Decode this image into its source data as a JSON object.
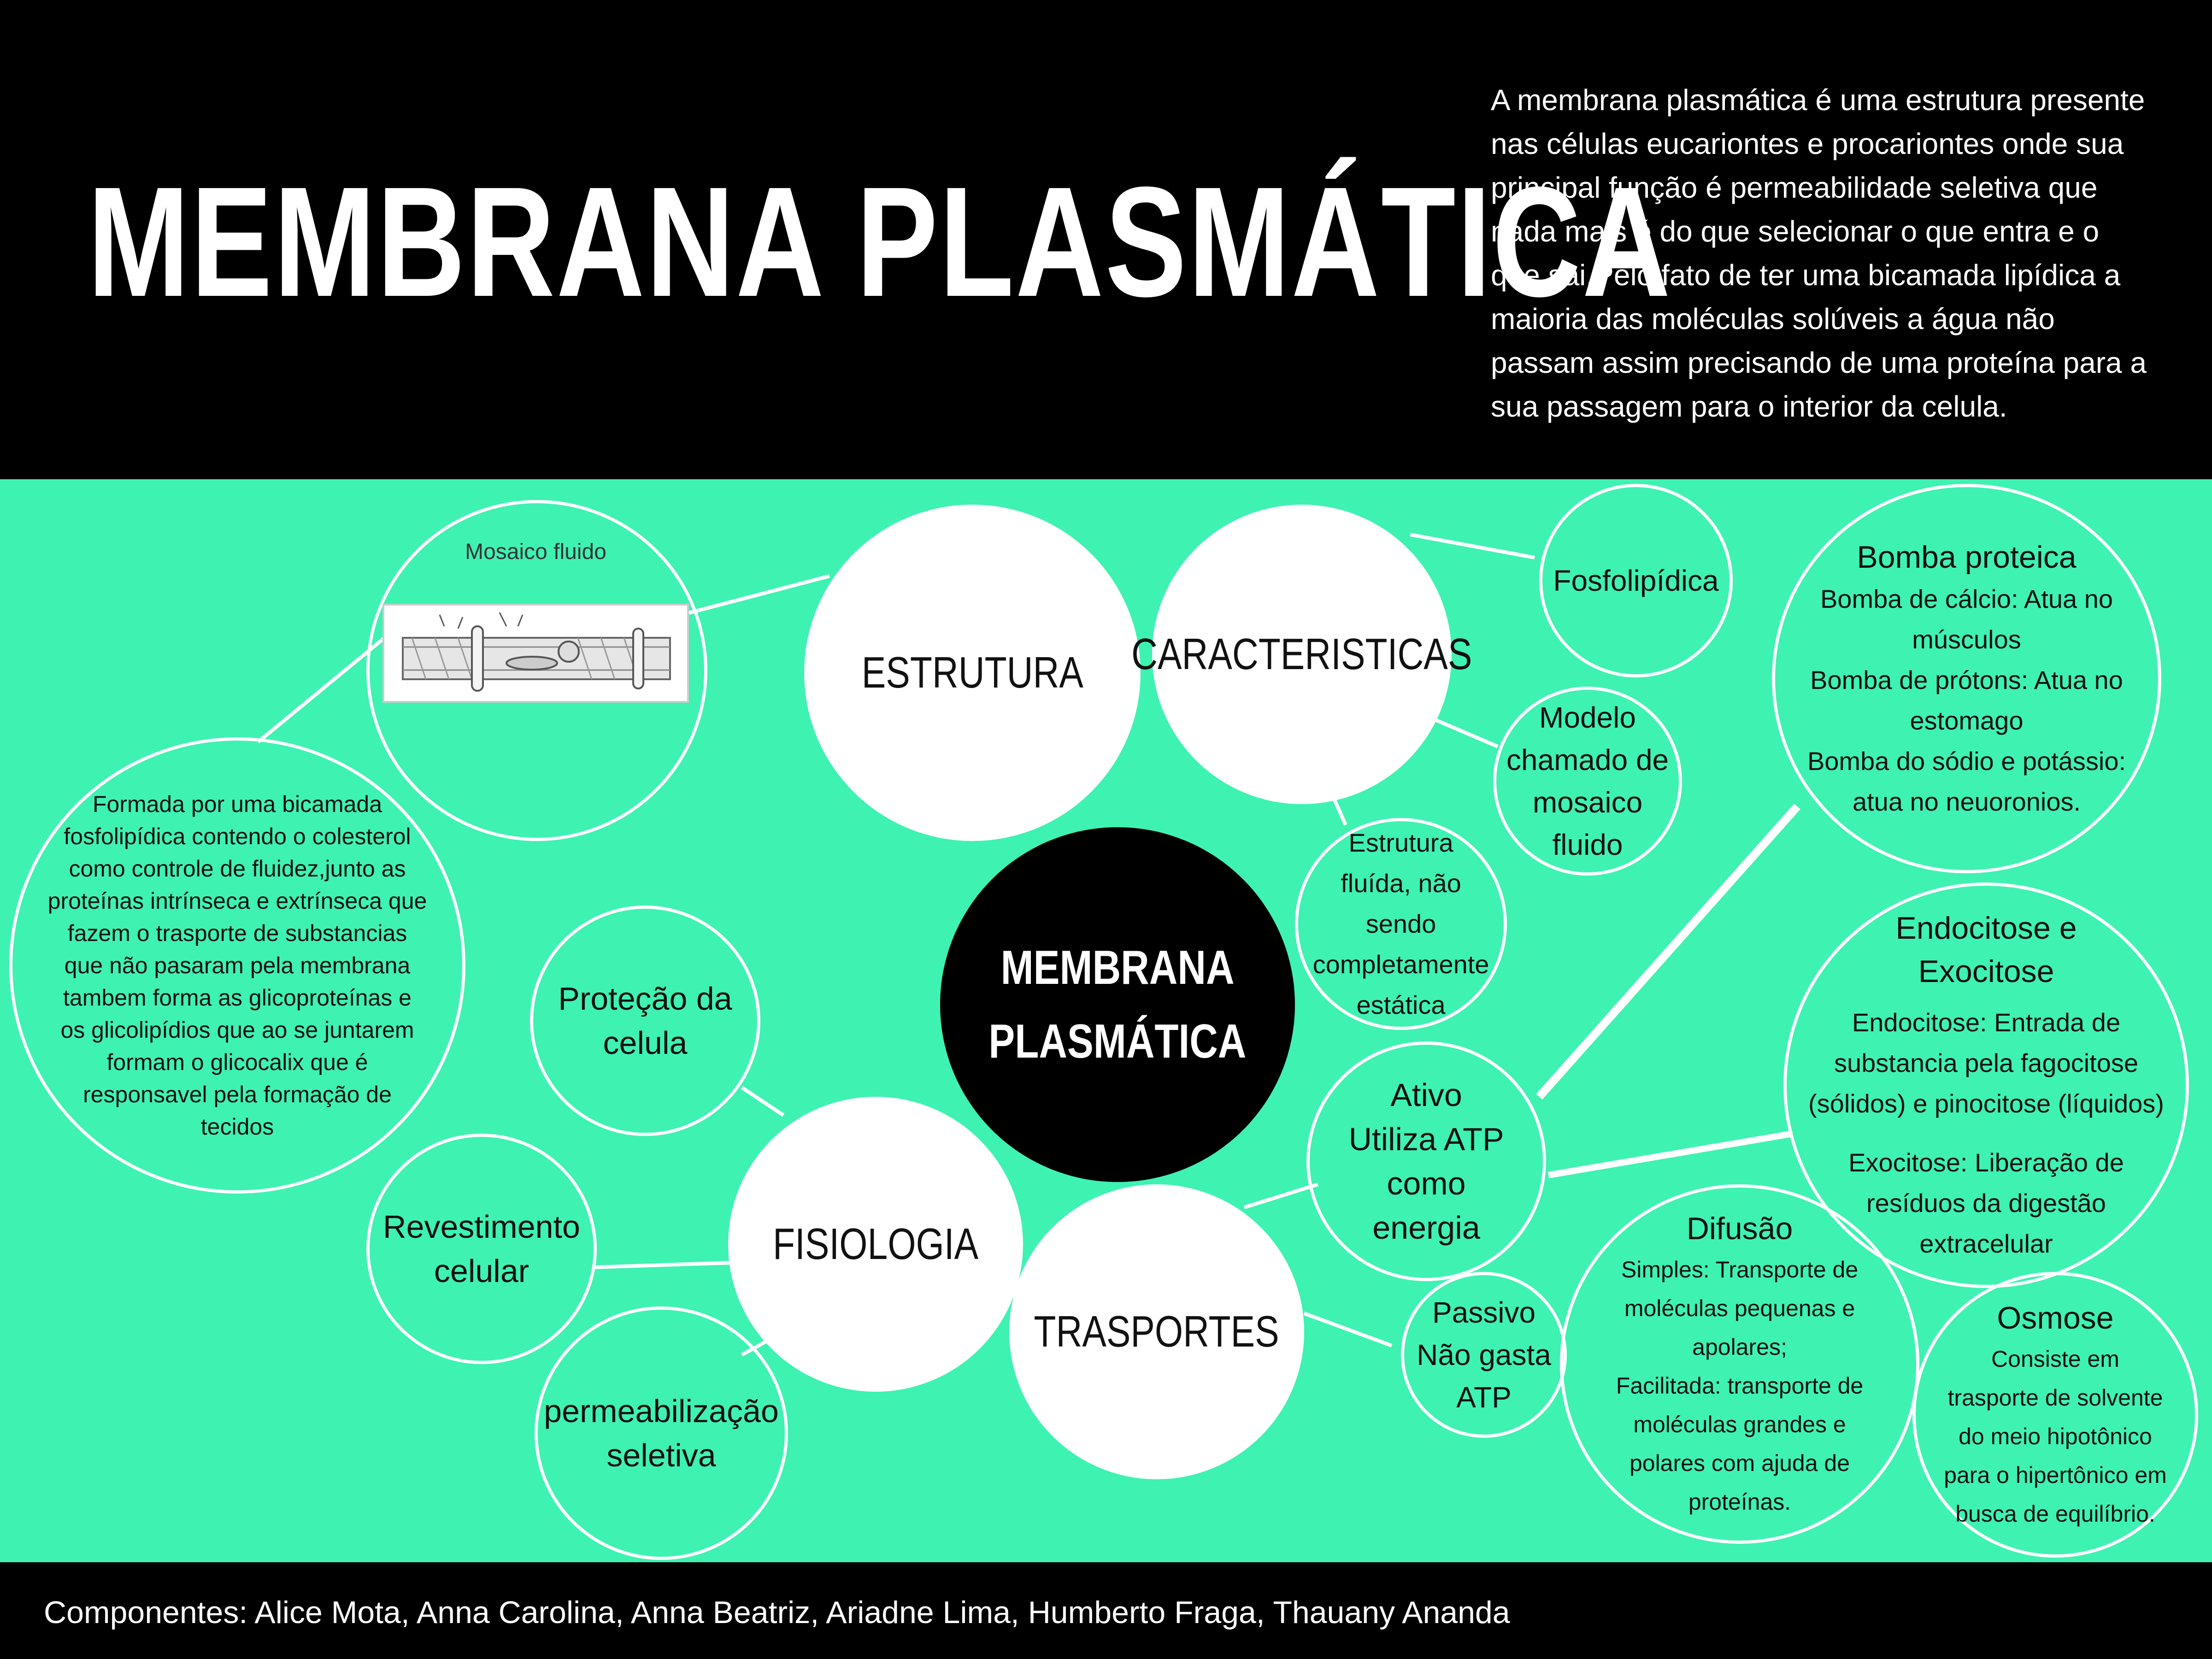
{
  "header": {
    "title": "MEMBRANA PLASMÁTICA",
    "intro_lines": [
      "A membrana plasmática é uma estrutura presente",
      "nas células eucariontes e procariontes onde sua",
      "principal função é permeabilidade seletiva que",
      "nada mais é do que selecionar o que entra e o",
      "que sai.Pelo fato de ter uma bicamada lipídica  a",
      "maioria das moléculas solúveis a água não",
      "passam assim precisando de uma proteína para a",
      "sua passagem para o interior da celula."
    ]
  },
  "center": {
    "line1": "MEMBRANA",
    "line2": "PLASMÁTICA"
  },
  "categories": {
    "estrutura": "ESTRUTURA",
    "caracteristicas": "CARACTERISTICAS",
    "fisiologia": "FISIOLOGIA",
    "trasportes": "TRASPORTES"
  },
  "mosaico": {
    "caption": "Mosaico fluido"
  },
  "formada": {
    "lines": [
      "Formada por uma bicamada",
      "fosfolipídica contendo o colesterol",
      "como controle de fluidez,junto as",
      "proteínas intrínseca e extrínseca que",
      "fazem o trasporte de substancias",
      "que não  pasaram pela membrana",
      "tambem forma as glicoproteínas e",
      "os glicolipídios que ao se juntarem",
      "formam o glicocalix que é",
      "responsavel pela formação de",
      "tecidos"
    ]
  },
  "caracteristicas": {
    "fosfolipidica": "Fosfolipídica",
    "modelo": [
      "Modelo",
      "chamado de",
      "mosaico",
      "fluido"
    ],
    "estrutura_fluida": [
      "Estrutura",
      "fluída, não",
      "sendo",
      "completamente",
      "estática"
    ]
  },
  "fisiologia": {
    "protecao": [
      "Proteção da",
      "celula"
    ],
    "revestimento": [
      "Revestimento",
      "celular"
    ],
    "permeabilizacao": [
      "permeabilização",
      "seletiva"
    ]
  },
  "trasportes": {
    "ativo": [
      "Ativo",
      "Utiliza ATP",
      "como",
      "energia"
    ],
    "passivo": [
      "Passivo",
      "Não gasta",
      "ATP"
    ]
  },
  "bomba": {
    "title": "Bomba proteica",
    "lines": [
      "Bomba de cálcio: Atua no",
      "músculos",
      "Bomba de prótons: Atua no",
      "estomago",
      "Bomba do sódio e potássio:",
      "atua no neuoronios."
    ]
  },
  "endocitose": {
    "title": [
      "Endocitose e",
      "Exocitose"
    ],
    "lines": [
      "Endocitose: Entrada de",
      "substancia  pela fagocitose",
      "(sólidos) e pinocitose (líquidos)",
      "",
      "Exocitose: Liberação de",
      "resíduos da digestão",
      "extracelular"
    ]
  },
  "difusao": {
    "title": "Difusão",
    "lines": [
      "Simples: Transporte de",
      "moléculas pequenas e",
      "apolares;",
      "Facilitada: transporte de",
      "moléculas grandes e",
      "polares com ajuda de",
      "proteínas."
    ]
  },
  "osmose": {
    "title": "Osmose",
    "lines": [
      "Consiste em",
      "trasporte de solvente",
      "do meio hipotônico",
      "para o hipertônico em",
      "busca de equilíbrio."
    ]
  },
  "footer": {
    "credits": "Componentes: Alice Mota, Anna Carolina, Anna Beatriz, Ariadne Lima, Humberto Fraga, Thauany Ananda"
  },
  "colors": {
    "background": "#3ef2b2",
    "header": "#000000",
    "node": "#ffffff"
  }
}
